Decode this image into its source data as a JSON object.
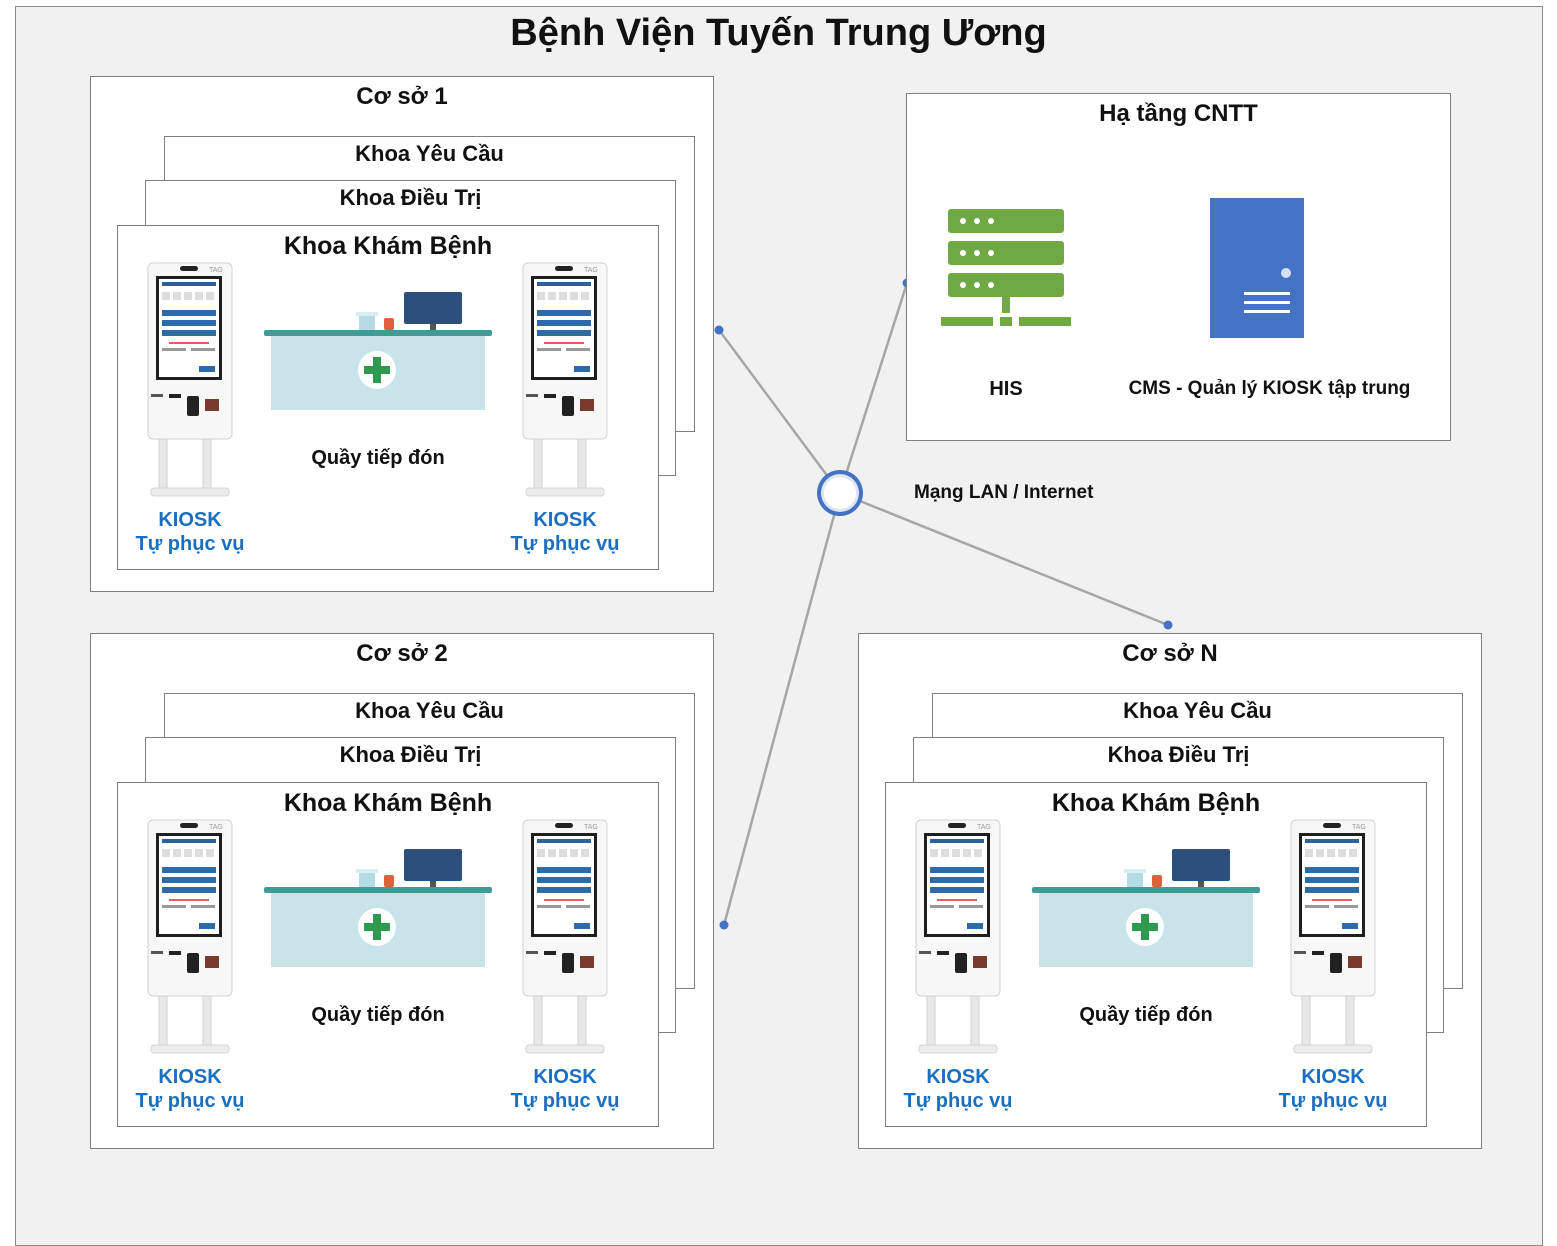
{
  "title": "Bệnh Viện Tuyến Trung Ương",
  "network_label": "Mạng LAN / Internet",
  "infrastructure": {
    "title": "Hạ tầng CNTT",
    "his_label": "HIS",
    "cms_label": "CMS - Quản lý KIOSK tập trung"
  },
  "sites": [
    {
      "title": "Cơ sở 1",
      "dept_back": "Khoa Yêu Cầu",
      "dept_mid": "Khoa Điều Trị",
      "dept_front": "Khoa Khám Bệnh",
      "desk_label": "Quầy tiếp đón",
      "kiosk_line1": "KIOSK",
      "kiosk_line2": "Tự phục vụ"
    },
    {
      "title": "Cơ sở 2",
      "dept_back": "Khoa Yêu Cầu",
      "dept_mid": "Khoa Điều Trị",
      "dept_front": "Khoa Khám Bệnh",
      "desk_label": "Quầy tiếp đón",
      "kiosk_line1": "KIOSK",
      "kiosk_line2": "Tự phục vụ"
    },
    {
      "title": "Cơ sở N",
      "dept_back": "Khoa Yêu Cầu",
      "dept_mid": "Khoa Điều Trị",
      "dept_front": "Khoa Khám Bệnh",
      "desk_label": "Quầy tiếp đón",
      "kiosk_line1": "KIOSK",
      "kiosk_line2": "Tự phục vụ"
    }
  ],
  "kiosk_brand": "TAG",
  "colors": {
    "kiosk_label": "#1a6fc0",
    "server_green": "#70a844",
    "cms_blue": "#4472c4",
    "hub_blue": "#4472c4",
    "desk_teal": "#3a9e96"
  },
  "icons": [
    "server-icon",
    "cms-server-icon",
    "network-hub-icon",
    "kiosk-icon",
    "reception-desk-icon"
  ]
}
